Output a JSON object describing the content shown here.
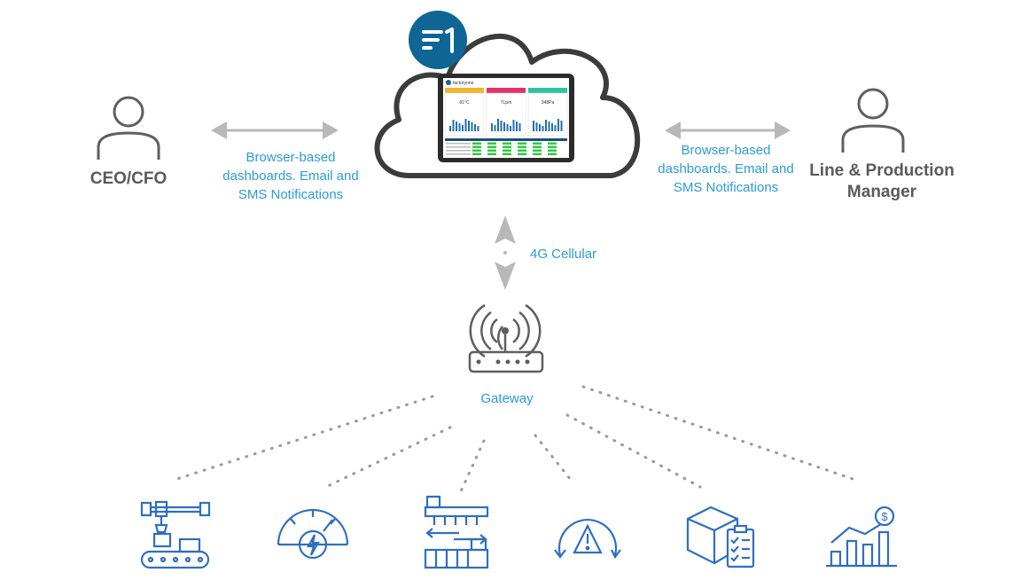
{
  "brand": {
    "logo_text": "F1",
    "logo_color": "#0f6694"
  },
  "cloud": {
    "dashboard_brand": "factoryone",
    "panels": [
      {
        "value": "81°C",
        "color": "#f2b630"
      },
      {
        "value": "7Lpm",
        "color": "#e2336b"
      },
      {
        "value": "348Pa",
        "color": "#2fc3a0"
      }
    ]
  },
  "left_actor": {
    "title": "CEO/CFO",
    "note_lines": [
      "Browser-based",
      "dashboards. Email and",
      "SMS Notifications"
    ]
  },
  "right_actor": {
    "title_lines": [
      "Line & Production",
      "Manager"
    ],
    "note_lines": [
      "Browser-based",
      "dashboards. Email and",
      "SMS Notifications"
    ]
  },
  "link": {
    "label": "4G Cellular"
  },
  "gateway": {
    "label": "Gateway"
  },
  "devices": [
    {
      "icon": "robotic-arm-conveyor-icon"
    },
    {
      "icon": "energy-gauge-icon"
    },
    {
      "icon": "conveyor-transfer-icon"
    },
    {
      "icon": "warning-gauge-icon"
    },
    {
      "icon": "inventory-checklist-icon"
    },
    {
      "icon": "revenue-growth-chart-icon"
    }
  ],
  "colors": {
    "accent_text": "#2a9bd6",
    "arrow": "#b8b8b8",
    "device_icon": "#2f6fc0",
    "person_icon": "#5f5f5f"
  }
}
